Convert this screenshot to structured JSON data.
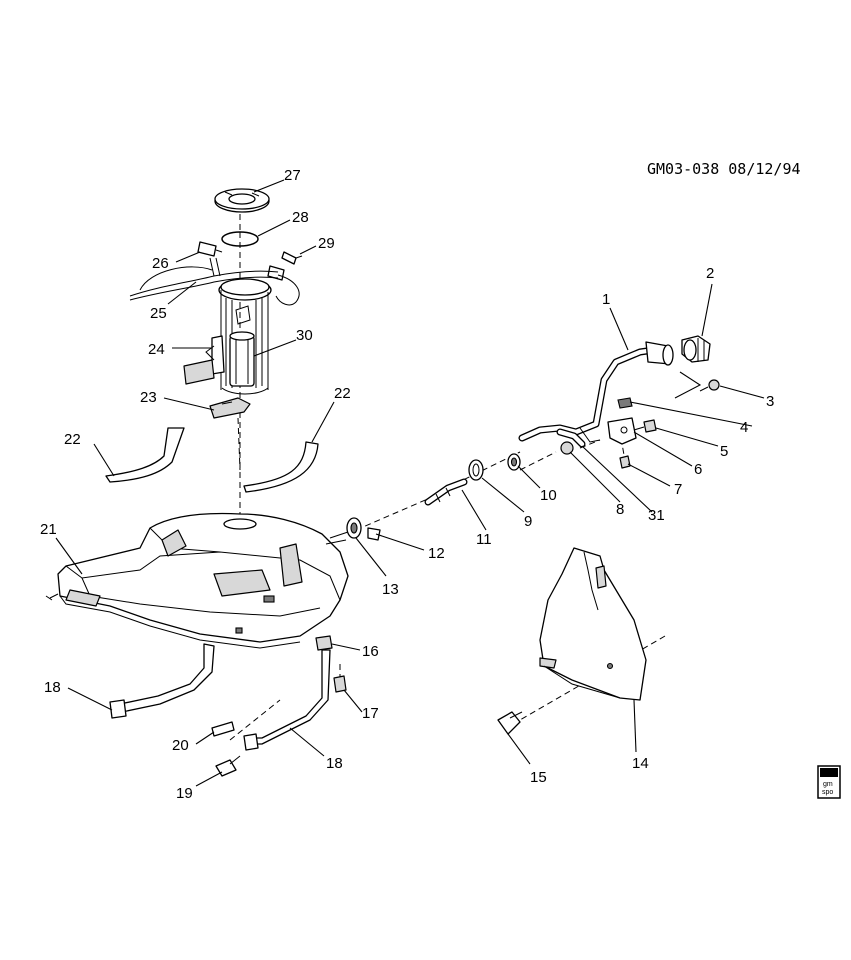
{
  "diagram": {
    "drawing_code": "GM03-038 08/12/94",
    "logo_text": [
      "gm",
      "spo"
    ],
    "callouts": [
      {
        "id": "c1",
        "label": "1"
      },
      {
        "id": "c2",
        "label": "2"
      },
      {
        "id": "c3",
        "label": "3"
      },
      {
        "id": "c4",
        "label": "4"
      },
      {
        "id": "c5",
        "label": "5"
      },
      {
        "id": "c6",
        "label": "6"
      },
      {
        "id": "c7",
        "label": "7"
      },
      {
        "id": "c8",
        "label": "8"
      },
      {
        "id": "c9",
        "label": "9"
      },
      {
        "id": "c10",
        "label": "10"
      },
      {
        "id": "c11",
        "label": "11"
      },
      {
        "id": "c12",
        "label": "12"
      },
      {
        "id": "c13",
        "label": "13"
      },
      {
        "id": "c14",
        "label": "14"
      },
      {
        "id": "c15",
        "label": "15"
      },
      {
        "id": "c16",
        "label": "16"
      },
      {
        "id": "c17",
        "label": "17"
      },
      {
        "id": "c18a",
        "label": "18"
      },
      {
        "id": "c18b",
        "label": "18"
      },
      {
        "id": "c19",
        "label": "19"
      },
      {
        "id": "c20",
        "label": "20"
      },
      {
        "id": "c21",
        "label": "21"
      },
      {
        "id": "c22a",
        "label": "22"
      },
      {
        "id": "c22b",
        "label": "22"
      },
      {
        "id": "c23",
        "label": "23"
      },
      {
        "id": "c24",
        "label": "24"
      },
      {
        "id": "c25",
        "label": "25"
      },
      {
        "id": "c26",
        "label": "26"
      },
      {
        "id": "c27",
        "label": "27"
      },
      {
        "id": "c28",
        "label": "28"
      },
      {
        "id": "c29",
        "label": "29"
      },
      {
        "id": "c30",
        "label": "30"
      },
      {
        "id": "c31",
        "label": "31"
      }
    ]
  }
}
